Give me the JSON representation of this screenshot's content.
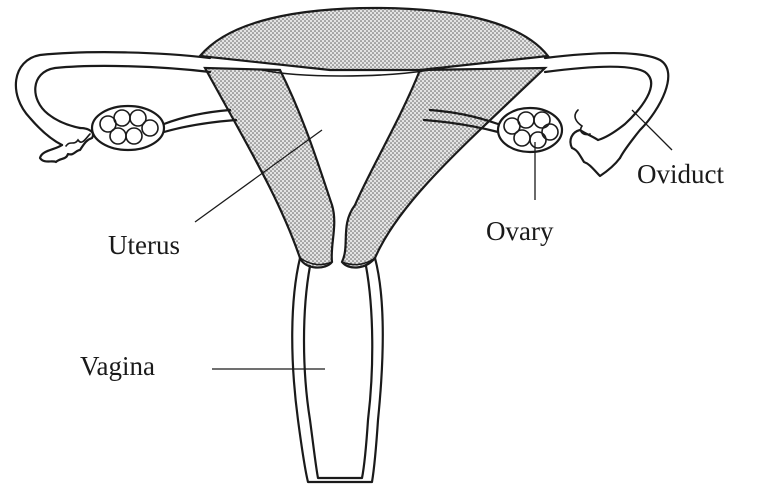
{
  "diagram": {
    "labels": {
      "uterus": "Uterus",
      "vagina": "Vagina",
      "ovary": "Ovary",
      "oviduct": "Oviduct"
    },
    "colors": {
      "ink": "#1a1a1a",
      "stipple_fill": "#d9d9d9",
      "background": "#ffffff"
    }
  }
}
